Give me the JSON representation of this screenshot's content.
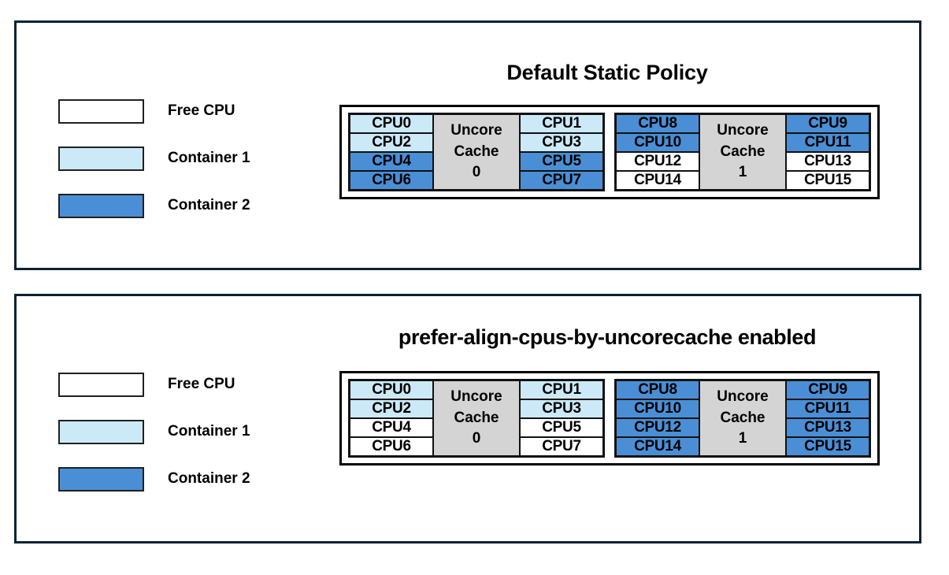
{
  "colors": {
    "free_cpu": "#ffffff",
    "container1": "#cce9f7",
    "container2": "#4a8fd6",
    "cache": "#d4d4d4",
    "panel_border": "#0a2233",
    "diagram_border": "#000000"
  },
  "legend": {
    "items": [
      {
        "label": "Free CPU",
        "fill": "#ffffff"
      },
      {
        "label": "Container 1",
        "fill": "#cce9f7"
      },
      {
        "label": "Container 2",
        "fill": "#4a8fd6"
      }
    ]
  },
  "panels": [
    {
      "title": "Default Static Policy",
      "sockets": [
        {
          "cache_lines": [
            "Uncore",
            "Cache",
            "0"
          ],
          "left_column": [
            {
              "label": "CPU0",
              "fill": "#cce9f7"
            },
            {
              "label": "CPU2",
              "fill": "#cce9f7"
            },
            {
              "label": "CPU4",
              "fill": "#4a8fd6"
            },
            {
              "label": "CPU6",
              "fill": "#4a8fd6"
            }
          ],
          "right_column": [
            {
              "label": "CPU1",
              "fill": "#cce9f7"
            },
            {
              "label": "CPU3",
              "fill": "#cce9f7"
            },
            {
              "label": "CPU5",
              "fill": "#4a8fd6"
            },
            {
              "label": "CPU7",
              "fill": "#4a8fd6"
            }
          ]
        },
        {
          "cache_lines": [
            "Uncore",
            "Cache",
            "1"
          ],
          "left_column": [
            {
              "label": "CPU8",
              "fill": "#4a8fd6"
            },
            {
              "label": "CPU10",
              "fill": "#4a8fd6"
            },
            {
              "label": "CPU12",
              "fill": "#ffffff"
            },
            {
              "label": "CPU14",
              "fill": "#ffffff"
            }
          ],
          "right_column": [
            {
              "label": "CPU9",
              "fill": "#4a8fd6"
            },
            {
              "label": "CPU11",
              "fill": "#4a8fd6"
            },
            {
              "label": "CPU13",
              "fill": "#ffffff"
            },
            {
              "label": "CPU15",
              "fill": "#ffffff"
            }
          ]
        }
      ]
    },
    {
      "title": "prefer-align-cpus-by-uncorecache enabled",
      "sockets": [
        {
          "cache_lines": [
            "Uncore",
            "Cache",
            "0"
          ],
          "left_column": [
            {
              "label": "CPU0",
              "fill": "#cce9f7"
            },
            {
              "label": "CPU2",
              "fill": "#cce9f7"
            },
            {
              "label": "CPU4",
              "fill": "#ffffff"
            },
            {
              "label": "CPU6",
              "fill": "#ffffff"
            }
          ],
          "right_column": [
            {
              "label": "CPU1",
              "fill": "#cce9f7"
            },
            {
              "label": "CPU3",
              "fill": "#cce9f7"
            },
            {
              "label": "CPU5",
              "fill": "#ffffff"
            },
            {
              "label": "CPU7",
              "fill": "#ffffff"
            }
          ]
        },
        {
          "cache_lines": [
            "Uncore",
            "Cache",
            "1"
          ],
          "left_column": [
            {
              "label": "CPU8",
              "fill": "#4a8fd6"
            },
            {
              "label": "CPU10",
              "fill": "#4a8fd6"
            },
            {
              "label": "CPU12",
              "fill": "#4a8fd6"
            },
            {
              "label": "CPU14",
              "fill": "#4a8fd6"
            }
          ],
          "right_column": [
            {
              "label": "CPU9",
              "fill": "#4a8fd6"
            },
            {
              "label": "CPU11",
              "fill": "#4a8fd6"
            },
            {
              "label": "CPU13",
              "fill": "#4a8fd6"
            },
            {
              "label": "CPU15",
              "fill": "#4a8fd6"
            }
          ]
        }
      ]
    }
  ]
}
